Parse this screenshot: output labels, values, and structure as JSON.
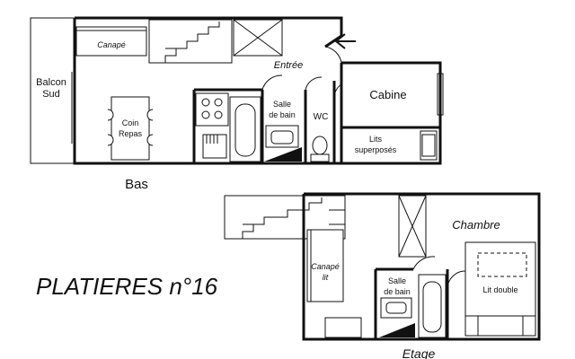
{
  "title": "PLATIERES n°16",
  "levels": {
    "lower": {
      "name": "Bas",
      "rooms": {
        "balcony": [
          "Balcon",
          "Sud"
        ],
        "sofa": "Canapé",
        "entrance": "Entrée",
        "dining": [
          "Coin",
          "Repas"
        ],
        "bathroom": [
          "Salle",
          "de bain"
        ],
        "wc": "WC",
        "cabin": "Cabine",
        "bunks": [
          "Lits",
          "superposés"
        ]
      }
    },
    "upper": {
      "name": "Etage",
      "rooms": {
        "bedroom": "Chambre",
        "sofa_bed": [
          "Canapé",
          "lit"
        ],
        "bathroom": [
          "Salle",
          "de bain"
        ],
        "double_bed": "Lit double"
      }
    }
  }
}
